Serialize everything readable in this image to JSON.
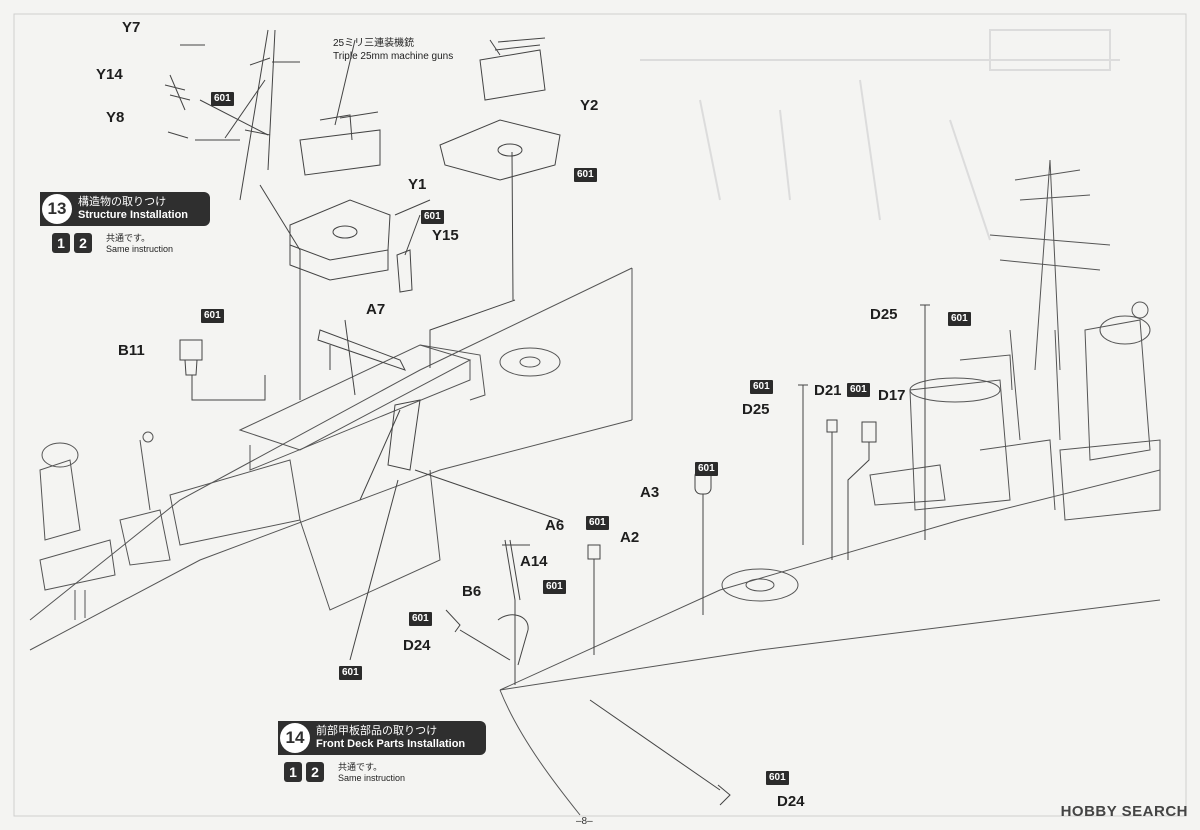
{
  "steps": [
    {
      "number": "13",
      "jp": "構造物の取りつけ",
      "en": "Structure Installation",
      "chips": [
        "1",
        "2"
      ],
      "same_jp": "共通です。",
      "same_en": "Same instruction"
    },
    {
      "number": "14",
      "jp": "前部甲板部品の取りつけ",
      "en": "Front Deck Parts Installation",
      "chips": [
        "1",
        "2"
      ],
      "same_jp": "共通です。",
      "same_en": "Same instruction"
    }
  ],
  "callout": {
    "jp": "25ミリ三連装機銃",
    "en": "Triple 25mm machine guns"
  },
  "parts": {
    "y7": "Y7",
    "y14": "Y14",
    "y8": "Y8",
    "y1": "Y1",
    "y2": "Y2",
    "y15": "Y15",
    "a7": "A7",
    "a6": "A6",
    "b11": "B11",
    "a3": "A3",
    "a2": "A2",
    "a14": "A14",
    "b6": "B6",
    "d24a": "D24",
    "d24b": "D24",
    "d25a": "D25",
    "d25b": "D25",
    "d21": "D21",
    "d17": "D17"
  },
  "paint": "601",
  "page_number": "–8–",
  "watermark": "HOBBY SEARCH"
}
